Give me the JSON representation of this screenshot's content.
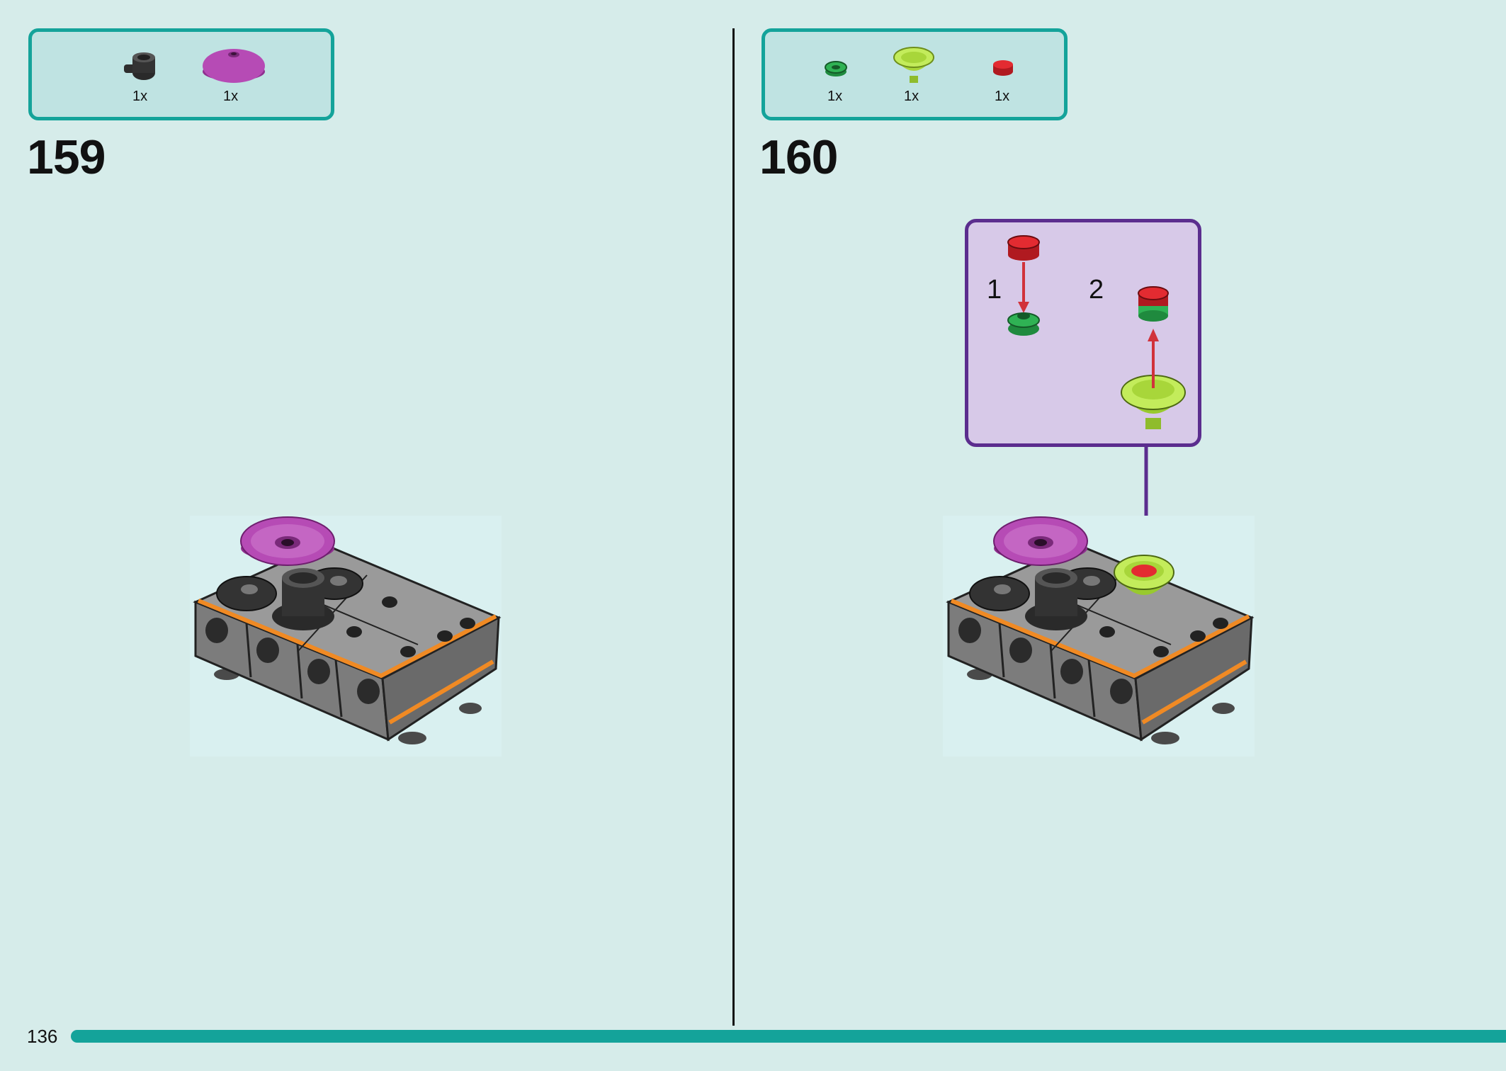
{
  "steps": [
    {
      "number": "159",
      "parts": [
        {
          "icon": "dark-bar-holder-piece-icon",
          "qty": "1x"
        },
        {
          "icon": "magenta-round-dish-icon",
          "qty": "1x"
        }
      ]
    },
    {
      "number": "160",
      "parts": [
        {
          "icon": "green-round-plate-icon",
          "qty": "1x"
        },
        {
          "icon": "lime-cone-piece-icon",
          "qty": "1x"
        },
        {
          "icon": "red-round-tile-icon",
          "qty": "1x"
        }
      ],
      "callout": {
        "sub_steps": [
          "1",
          "2"
        ]
      }
    }
  ],
  "footer": {
    "page_number": "136"
  },
  "colors": {
    "background": "#d6ecea",
    "accent": "#14a39a",
    "callout_border": "#5b2d8e",
    "callout_fill": "#d7c9e8",
    "arrow_red": "#d1323a"
  }
}
